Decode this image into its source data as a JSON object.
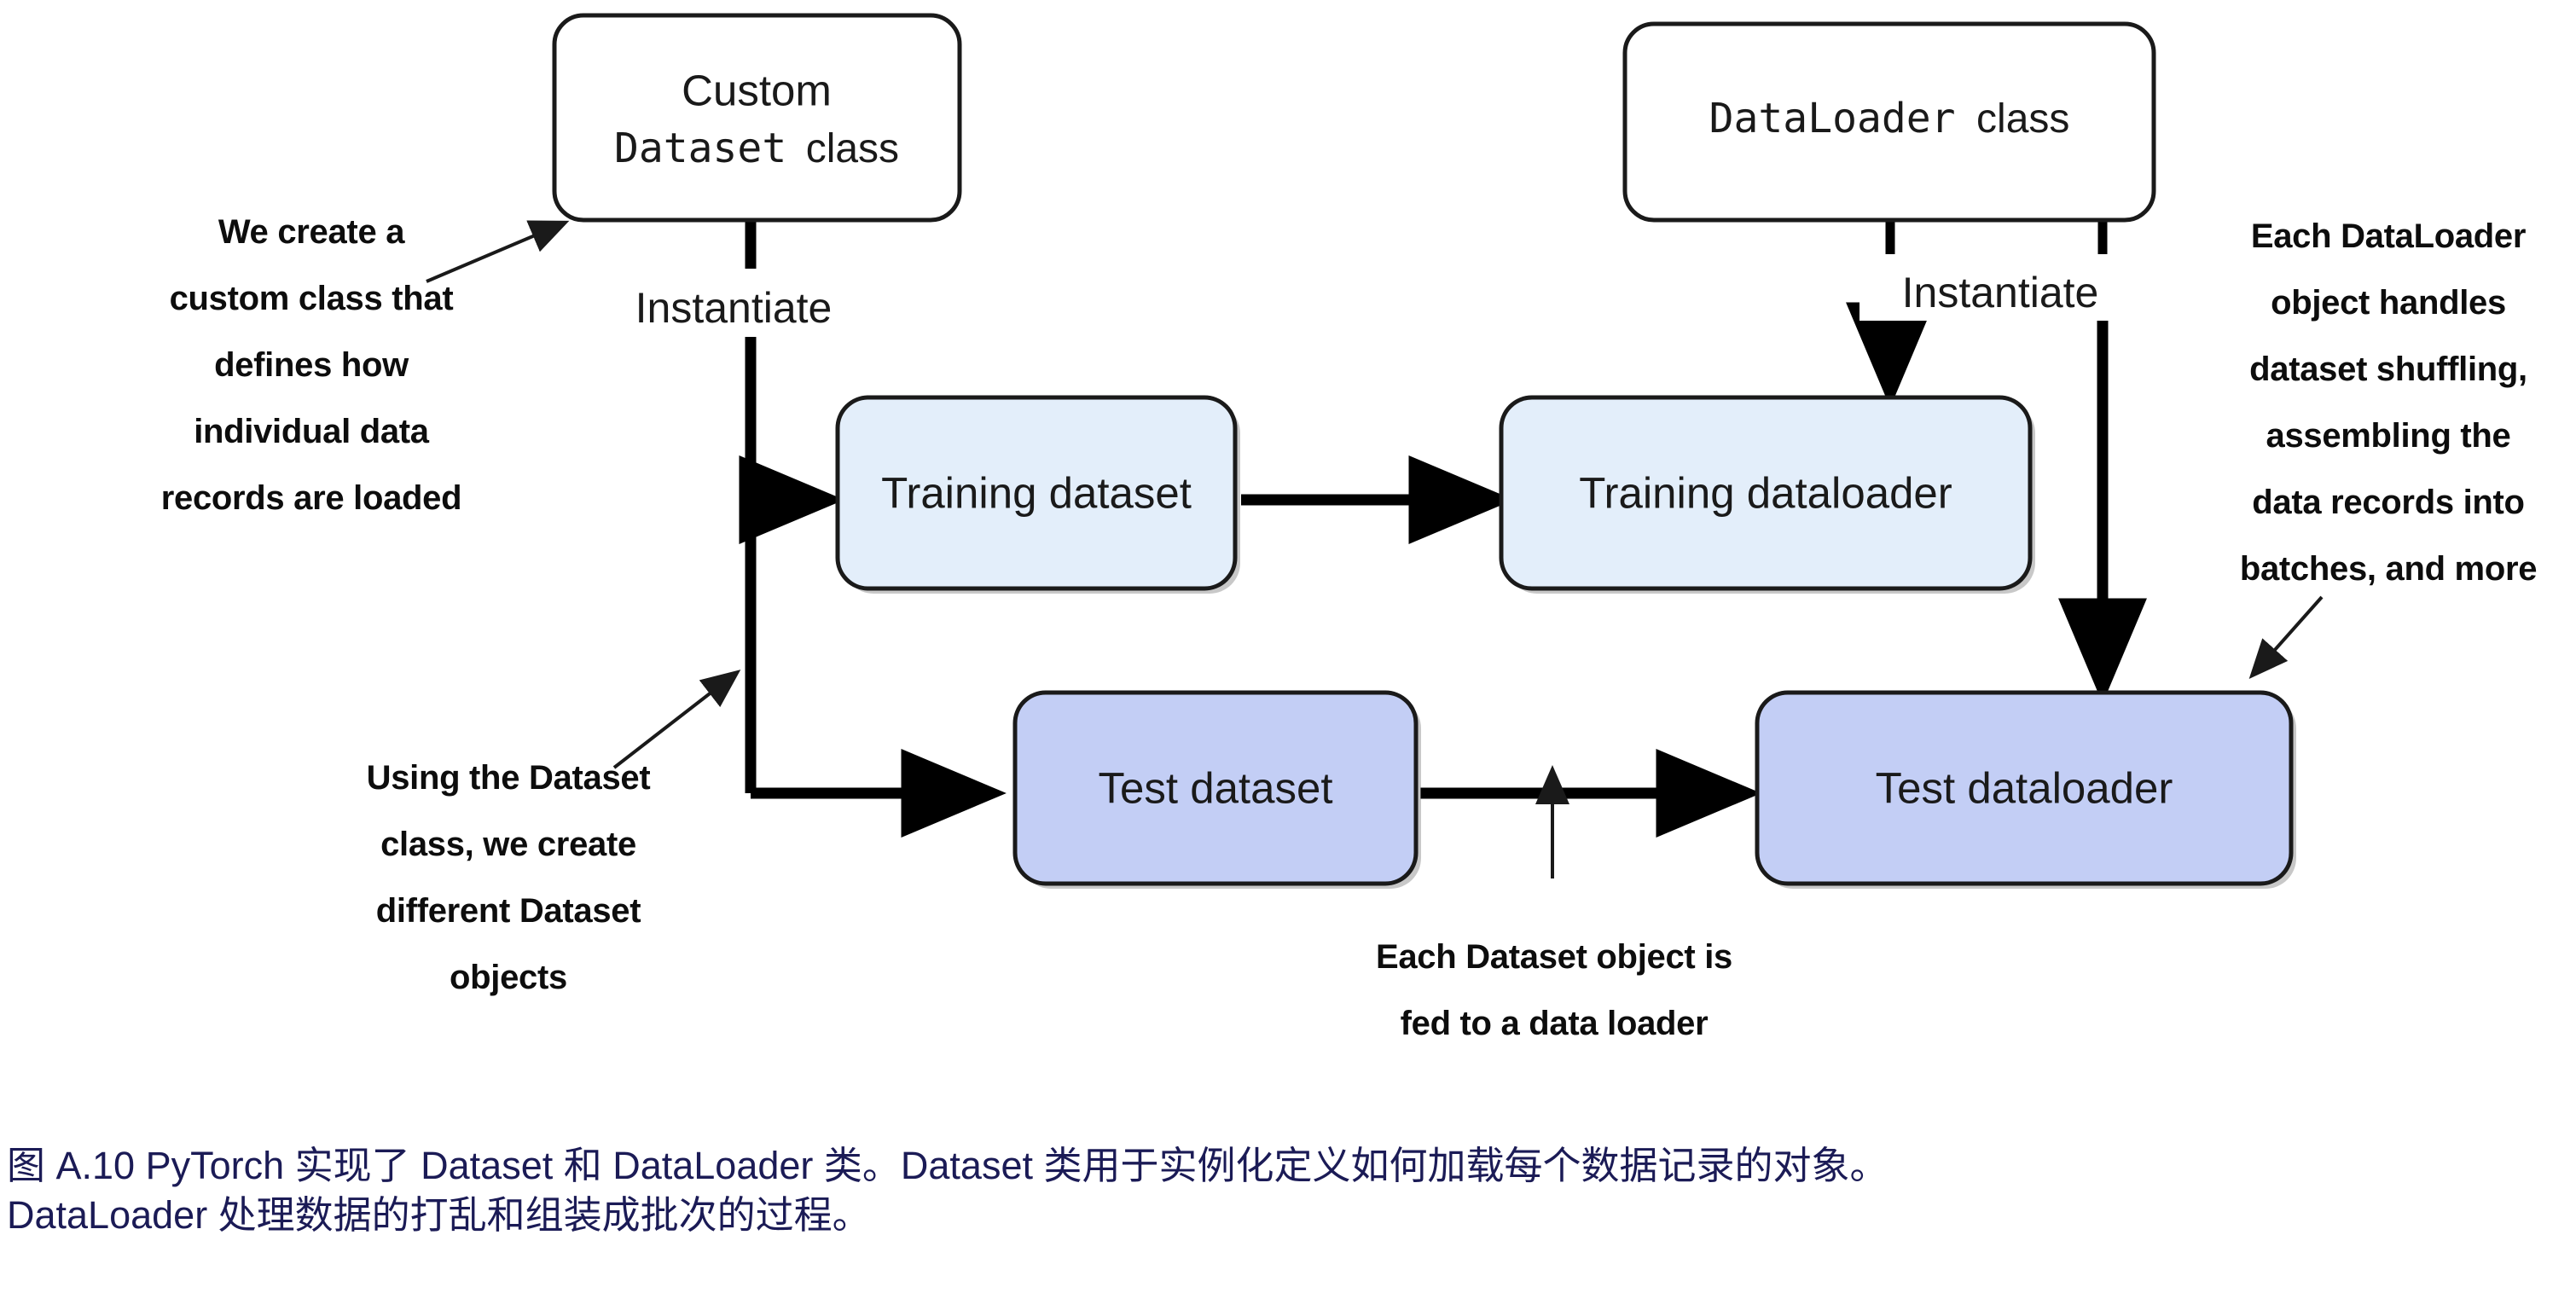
{
  "diagram": {
    "title": "PyTorch Dataset and DataLoader classes",
    "colors": {
      "light_blue": "#e3eefa",
      "mid_blue": "#c3cef5",
      "box_stroke": "#1a1a1a",
      "arrow": "#000000",
      "caption_text": "#1b1b56"
    },
    "class_nodes": [
      {
        "id": "custom-dataset-class",
        "line1": "Custom",
        "line2_mono": "Dataset",
        "line2_sans": "class"
      },
      {
        "id": "dataloader-class",
        "line1_mono": "DataLoader",
        "line1_sans": "class"
      }
    ],
    "object_nodes": [
      {
        "id": "training-dataset",
        "label": "Training dataset",
        "fill": "light"
      },
      {
        "id": "training-dataloader",
        "label": "Training dataloader",
        "fill": "light"
      },
      {
        "id": "test-dataset",
        "label": "Test dataset",
        "fill": "mid"
      },
      {
        "id": "test-dataloader",
        "label": "Test dataloader",
        "fill": "mid"
      }
    ],
    "edge_labels": [
      {
        "id": "instantiate-left",
        "text": "Instantiate"
      },
      {
        "id": "instantiate-right",
        "text": "Instantiate"
      }
    ],
    "annotations": [
      {
        "id": "annotation-create-custom-class",
        "lines": [
          "We create a",
          "custom class that",
          "defines how",
          "individual data",
          "records are loaded"
        ]
      },
      {
        "id": "annotation-using-dataset-class",
        "lines": [
          "Using the Dataset",
          "class, we create",
          "different Dataset",
          "objects"
        ]
      },
      {
        "id": "annotation-each-dataloader",
        "lines": [
          "Each DataLoader",
          "object handles",
          "dataset shuffling,",
          "assembling the",
          "data records into",
          "batches, and more"
        ]
      },
      {
        "id": "annotation-each-dataset-object",
        "lines": [
          "Each Dataset object is",
          "fed to a data loader"
        ]
      }
    ]
  },
  "caption": {
    "text": "图 A.10 PyTorch 实现了 Dataset 和 DataLoader 类。Dataset 类用于实例化定义如何加载每个数据记录的对象。\nDataLoader 处理数据的打乱和组装成批次的过程。"
  }
}
